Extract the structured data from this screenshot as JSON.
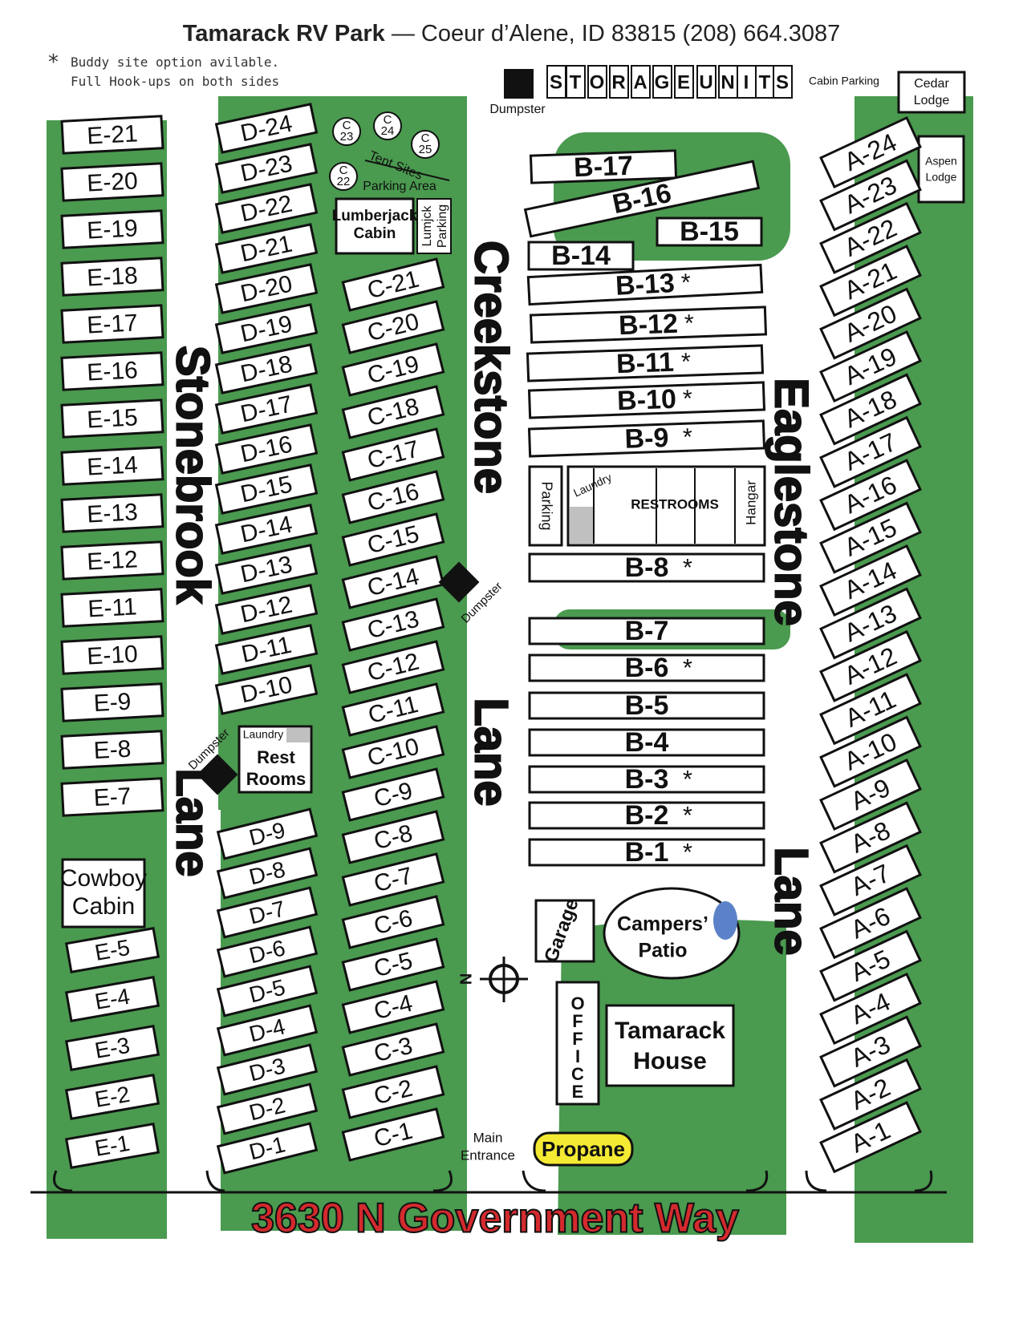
{
  "header": {
    "park_name": "Tamarack RV Park",
    "dash": " — ",
    "location": "Coeur d’Alene, ID  83815  (208) 664.3087"
  },
  "notes": {
    "star": "*",
    "line1": "Buddy site option avilable.",
    "line2": "Full Hook-ups on both sides"
  },
  "top": {
    "storage_letters": [
      "S",
      "T",
      "O",
      "R",
      "A",
      "G",
      "E",
      "U",
      "N",
      "I",
      "T",
      "S"
    ],
    "dumpster_label": "Dumpster",
    "cabin_parking": "Cabin Parking",
    "cedar_lodge": [
      "Cedar",
      "Lodge"
    ],
    "aspen_lodge": [
      "Aspen",
      "Lodge"
    ]
  },
  "streets": {
    "stonebrook": "Stonebrook",
    "creekstone": "Creekstone",
    "eaglestone": "Eaglestone",
    "lane": "Lane",
    "address": "3630 N Government Way"
  },
  "e_sites": [
    "E-21",
    "E-20",
    "E-19",
    "E-18",
    "E-17",
    "E-16",
    "E-15",
    "E-14",
    "E-13",
    "E-12",
    "E-11",
    "E-10",
    "E-9",
    "E-8",
    "E-7",
    "E-5",
    "E-4",
    "E-3",
    "E-2",
    "E-1"
  ],
  "d_sites_upper": [
    "D-24",
    "D-23",
    "D-22",
    "D-21",
    "D-20",
    "D-19",
    "D-18",
    "D-17",
    "D-16",
    "D-15",
    "D-14",
    "D-13",
    "D-12",
    "D-11",
    "D-10"
  ],
  "d_sites_lower": [
    "D-9",
    "D-8",
    "D-7",
    "D-6",
    "D-5",
    "D-4",
    "D-3",
    "D-2",
    "D-1"
  ],
  "c_sites": [
    "C-21",
    "C-20",
    "C-19",
    "C-18",
    "C-17",
    "C-16",
    "C-15",
    "C-14",
    "C-13",
    "C-12",
    "C-11",
    "C-10",
    "C-9",
    "C-8",
    "C-7",
    "C-6",
    "C-5",
    "C-4",
    "C-3",
    "C-2",
    "C-1"
  ],
  "tent_sites": [
    "C 23",
    "C 24",
    "C 25",
    "C 22"
  ],
  "tent_label": "Tent Sites",
  "tent_parking": "Parking Area",
  "lumberjack": [
    "Lumberjack",
    "Cabin"
  ],
  "lumjck_parking": [
    "Lumjck",
    "Parking"
  ],
  "b_sites": [
    {
      "label": "B-17",
      "star": ""
    },
    {
      "label": "B-16",
      "star": ""
    },
    {
      "label": "B-15",
      "star": ""
    },
    {
      "label": "B-14",
      "star": ""
    },
    {
      "label": "B-13",
      "star": "*"
    },
    {
      "label": "B-12",
      "star": "*"
    },
    {
      "label": "B-11",
      "star": "*"
    },
    {
      "label": "B-10",
      "star": "*"
    },
    {
      "label": "B-9",
      "star": "*"
    },
    {
      "label": "B-8",
      "star": "*"
    },
    {
      "label": "B-7",
      "star": ""
    },
    {
      "label": "B-6",
      "star": "*"
    },
    {
      "label": "B-5",
      "star": ""
    },
    {
      "label": "B-4",
      "star": ""
    },
    {
      "label": "B-3",
      "star": "*"
    },
    {
      "label": "B-2",
      "star": "*"
    },
    {
      "label": "B-1",
      "star": "*"
    }
  ],
  "a_sites": [
    "A-24",
    "A-23",
    "A-22",
    "A-21",
    "A-20",
    "A-19",
    "A-18",
    "A-17",
    "A-16",
    "A-15",
    "A-14",
    "A-13",
    "A-12",
    "A-11",
    "A-10",
    "A-9",
    "A-8",
    "A-7",
    "A-6",
    "A-5",
    "A-4",
    "A-3",
    "A-2",
    "A-1"
  ],
  "buildings": {
    "parking": "Parking",
    "laundry": "Laundry",
    "restrooms": "RESTROOMS",
    "hangar": "Hangar",
    "rest_rooms": [
      "Rest",
      "Rooms"
    ],
    "cowboy_cabin": [
      "Cowboy",
      "Cabin"
    ],
    "garage": "Garage",
    "campers_patio": [
      "Campers’",
      "Patio"
    ],
    "office": "OFFICE",
    "tamarack_house": [
      "Tamarack",
      "House"
    ],
    "propane": "Propane",
    "main_entrance": [
      "Main",
      "Entrance"
    ],
    "north": "N"
  },
  "colors": {
    "grass": "#4a9a4f",
    "address_red": "#d42a2e",
    "propane_yellow": "#f5ea33",
    "pond_blue": "#5b82c9"
  }
}
